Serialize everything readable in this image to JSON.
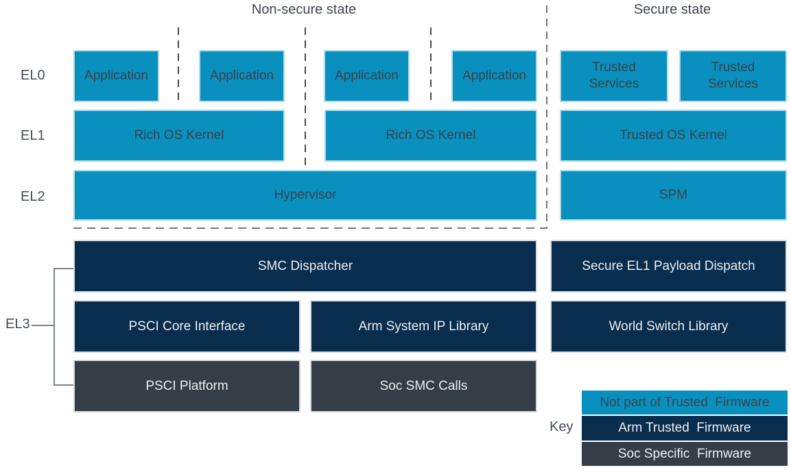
{
  "title_labels": {
    "non_secure": "Non-secure state",
    "secure": "Secure state"
  },
  "exception_levels": {
    "el0": "EL0",
    "el1": "EL1",
    "el2": "EL2",
    "el3": "EL3"
  },
  "colors": {
    "not_trusted_firmware_blue": "#0A90BE",
    "arm_trusted_firmware_navy": "#082D4D",
    "soc_specific_firmware_gray": "#353D47"
  },
  "boxes": {
    "applications": [
      "Application",
      "Application",
      "Application",
      "Application"
    ],
    "trusted_services": [
      "Trusted\nServices",
      "Trusted\nServices"
    ],
    "rich_os_kernels": [
      "Rich OS Kernel",
      "Rich OS Kernel"
    ],
    "trusted_os_kernel": "Trusted OS Kernel",
    "hypervisor": "Hypervisor",
    "spm": "SPM",
    "smc_dispatcher": "SMC Dispatcher",
    "secure_el1_payload_dispatch": "Secure EL1 Payload Dispatch",
    "psci_core_interface": "PSCI Core Interface",
    "arm_system_ip_library": "Arm System IP Library",
    "world_switch_library": "World Switch Library",
    "psci_platform": "PSCI Platform",
    "soc_smc_calls": "Soc SMC Calls"
  },
  "key": {
    "label": "Key",
    "items": [
      {
        "label": "Not part of Trusted  Firmware",
        "style": "blue"
      },
      {
        "label": "Arm Trusted  Firmware",
        "style": "navy"
      },
      {
        "label": "Soc Specific  Firmware",
        "style": "gray"
      }
    ]
  }
}
